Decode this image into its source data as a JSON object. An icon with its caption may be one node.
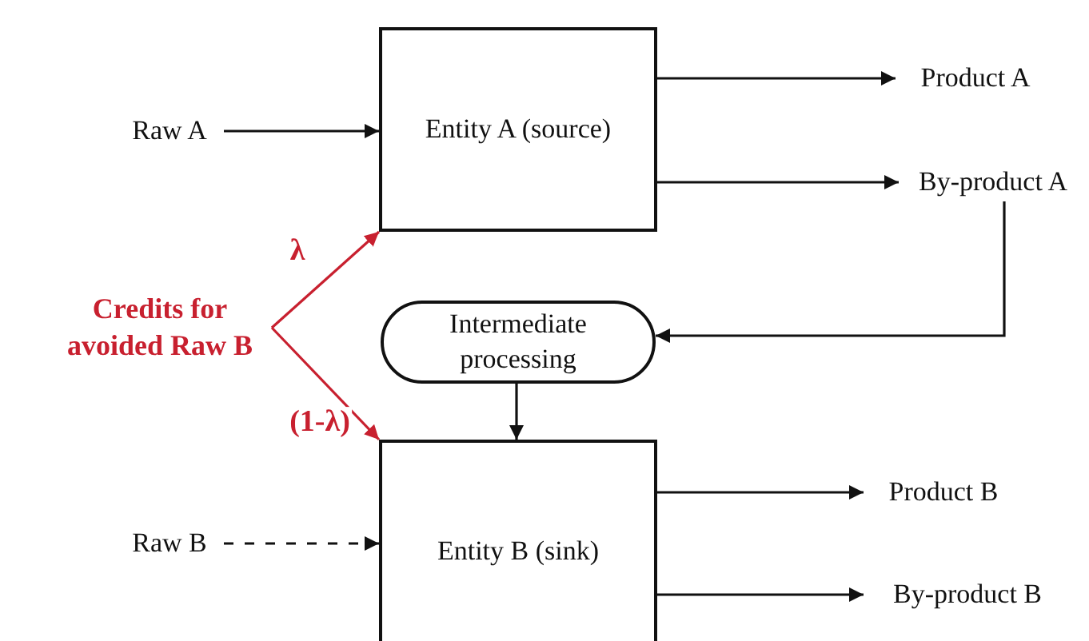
{
  "diagram": {
    "nodes": [
      {
        "text": [
          "Raw A"
        ]
      },
      {
        "text": [
          "Entity A (source)"
        ]
      },
      {
        "text": [
          "Product A"
        ]
      },
      {
        "text": [
          "By-product A"
        ]
      },
      {
        "text": [
          "Intermediate processing"
        ]
      },
      {
        "text": [
          "Credits for avoided Raw B"
        ]
      },
      {
        "text": [
          "Raw B"
        ]
      },
      {
        "text": [
          "Entity B (sink)"
        ]
      },
      {
        "text": [
          "Product B"
        ]
      },
      {
        "text": [
          "By-product B"
        ]
      }
    ],
    "edges": [
      {
        "from": 0,
        "to": 1,
        "arrow": "to"
      },
      {
        "from": 1,
        "to": 2,
        "arrow": "to"
      },
      {
        "from": 1,
        "to": 3,
        "arrow": "to"
      },
      {
        "from": 3,
        "to": 4,
        "arrow": "to"
      },
      {
        "from": 4,
        "to": 7,
        "arrow": "to"
      },
      {
        "from": 5,
        "to": 1,
        "arrow": "to",
        "label": "λ",
        "color": "#c8202f"
      },
      {
        "from": 5,
        "to": 7,
        "arrow": "to",
        "label": "(1-λ)",
        "color": "#c8202f"
      },
      {
        "from": 6,
        "to": 7,
        "arrow": "to",
        "style": "dashed"
      },
      {
        "from": 7,
        "to": 8,
        "arrow": "to"
      },
      {
        "from": 7,
        "to": 9,
        "arrow": "to"
      }
    ]
  }
}
